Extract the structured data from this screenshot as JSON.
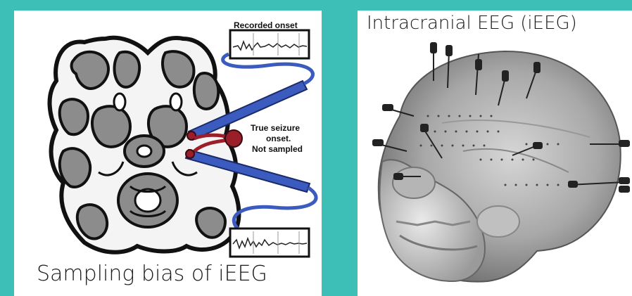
{
  "left_panel": {
    "caption": "Sampling bias of iEEG",
    "recorded_onset_label": "Recorded onset",
    "true_onset_label": [
      "True seizure",
      "onset.",
      "Not sampled"
    ]
  },
  "right_panel": {
    "caption": "Intracranial EEG (iEEG)"
  },
  "colors": {
    "background": "#3dbfb8",
    "electrode": "#3b5bbf",
    "contact": "#9b1f2a",
    "brain_gray": "#8c8c8c"
  }
}
